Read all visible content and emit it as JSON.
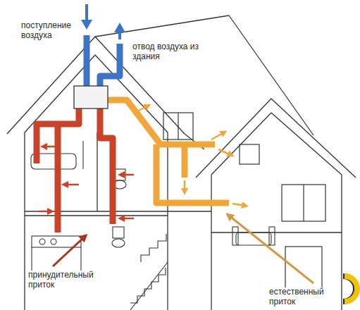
{
  "diagram": {
    "labels": [
      "поступление воздуха",
      "отвод воздуха из здания",
      "принудительный приток",
      "естественный приток"
    ]
  }
}
